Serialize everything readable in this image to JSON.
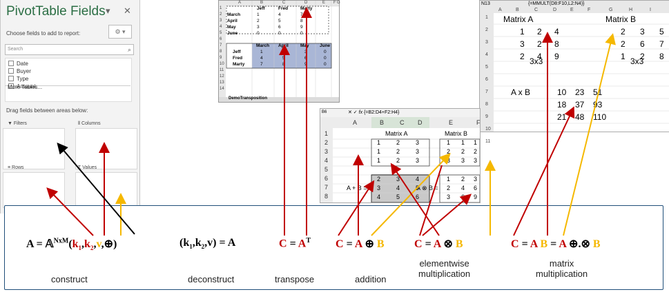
{
  "pivot": {
    "title": "PivotTable Fields",
    "dropdown": "▾",
    "close": "✕",
    "choose_label": "Choose fields to add to report:",
    "gear_label": "⚙ ▾",
    "search_placeholder": "Search",
    "fields": [
      "Date",
      "Buyer",
      "Type",
      "Amount"
    ],
    "more_tables": "More Tables...",
    "drag_label": "Drag fields between areas below:",
    "areas": {
      "filters": "Filters",
      "columns": "Columns",
      "rows": "Rows",
      "values": "Values"
    }
  },
  "sheet1": {
    "col_headers": [
      "A",
      "B",
      "C",
      "D",
      "E",
      "F",
      "G"
    ],
    "row_nums": [
      "1",
      "2",
      "3",
      "4",
      "5",
      "6",
      "7",
      "8",
      "9",
      "10",
      "11",
      "12",
      "13",
      "14"
    ],
    "top_header": [
      "",
      "Jeff",
      "Fred",
      "Marty"
    ],
    "top_rows": [
      [
        "March",
        "1",
        "4",
        "7"
      ],
      [
        "April",
        "2",
        "5",
        "8"
      ],
      [
        "May",
        "3",
        "6",
        "9"
      ],
      [
        "June",
        "0",
        "0",
        "0"
      ]
    ],
    "bottom_header": [
      "",
      "March",
      "April",
      "May",
      "June"
    ],
    "bottom_rows": [
      [
        "Jeff",
        "1",
        "2",
        "3",
        "0"
      ],
      [
        "Fred",
        "4",
        "5",
        "6",
        "0"
      ],
      [
        "Marty",
        "7",
        "8",
        "9",
        "0"
      ]
    ],
    "tab": "DemoTransposition"
  },
  "sheet2": {
    "cell_ref": "N13",
    "formula": "{=MMULT(D8:F10,L2:N4)}",
    "col_headers": [
      "A",
      "B",
      "C",
      "D",
      "E",
      "F",
      "G",
      "H",
      "I"
    ],
    "row_nums": [
      "1",
      "2",
      "3",
      "4",
      "5",
      "6",
      "7",
      "8",
      "9",
      "10",
      "11"
    ],
    "matrix_a_title": "Matrix A",
    "matrix_b_title": "Matrix B",
    "matrix_a": [
      [
        "1",
        "2",
        "4"
      ],
      [
        "3",
        "2",
        "8"
      ],
      [
        "2",
        "4",
        "9"
      ]
    ],
    "matrix_b": [
      [
        "2",
        "3",
        "5"
      ],
      [
        "2",
        "6",
        "7"
      ],
      [
        "1",
        "2",
        "8"
      ]
    ],
    "dim_a": "3x3",
    "dim_b": "3x3",
    "axb_label": "A x B",
    "axb": [
      [
        "10",
        "23",
        "51"
      ],
      [
        "18",
        "37",
        "93"
      ],
      [
        "21",
        "48",
        "110"
      ]
    ]
  },
  "sheet3": {
    "cell_ref": "B6",
    "formula": "{=B2:D4+F2:H4}",
    "col_headers": [
      "A",
      "B",
      "C",
      "D",
      "E",
      "F"
    ],
    "row_nums": [
      "1",
      "2",
      "3",
      "4",
      "5",
      "6",
      "7",
      "8"
    ],
    "matrix_a_title": "Matrix A",
    "matrix_b_title": "Matrix B",
    "matrix_a": [
      [
        "1",
        "2",
        "3"
      ],
      [
        "1",
        "2",
        "3"
      ],
      [
        "1",
        "2",
        "3"
      ]
    ],
    "matrix_b": [
      [
        "1",
        "1",
        "1"
      ],
      [
        "2",
        "2",
        "2"
      ],
      [
        "3",
        "3",
        "3"
      ]
    ],
    "sum_label": "A + B =",
    "prod_label": "A ⊗ B =",
    "sum": [
      [
        "2",
        "3",
        "4"
      ],
      [
        "3",
        "4",
        "5"
      ],
      [
        "4",
        "5",
        "6"
      ]
    ],
    "prod": [
      [
        "1",
        "2",
        "3"
      ],
      [
        "2",
        "4",
        "6"
      ],
      [
        "3",
        "6",
        "9"
      ]
    ]
  },
  "captions": {
    "construct": "construct",
    "deconstruct": "deconstruct",
    "transpose": "transpose",
    "addition": "addition",
    "elementwise": "elementwise\nmultiplication",
    "matrix": "matrix\nmultiplication"
  },
  "colors": {
    "red": "#c00000",
    "yellow": "#f5b800",
    "black": "#000000",
    "border": "#1f4e79"
  }
}
